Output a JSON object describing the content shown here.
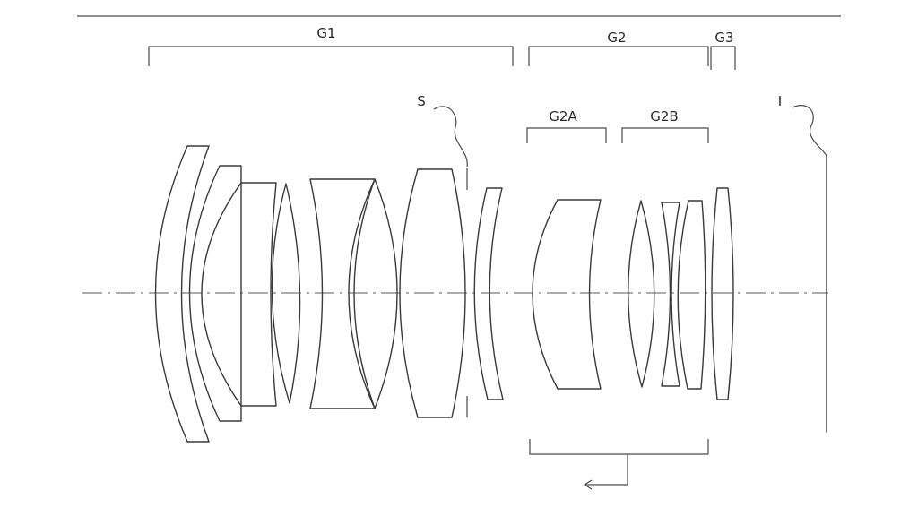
{
  "labels": {
    "g1": "G1",
    "g2": "G2",
    "g3": "G3",
    "s": "S",
    "g2a": "G2A",
    "g2b": "G2B",
    "i": "I"
  }
}
